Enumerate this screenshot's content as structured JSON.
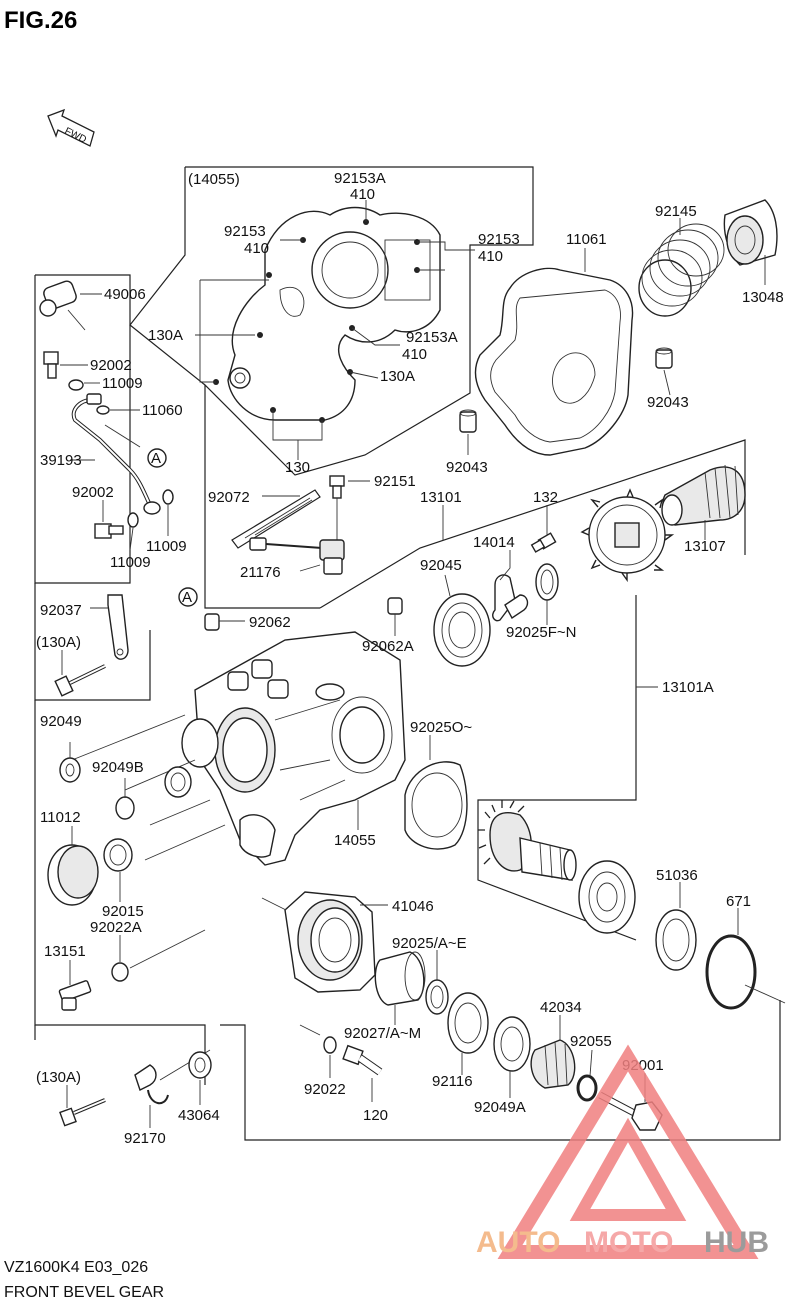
{
  "figure": {
    "title": "FIG.26",
    "fwd_label": "FWD",
    "ref_a": "A",
    "model_code": "VZ1600K4 E03_026",
    "section_name": "FRONT BEVEL GEAR"
  },
  "labels": {
    "p14055_group": "(14055)",
    "p92153A_top": "92153A",
    "p410_top": "410",
    "p92153_left": "92153",
    "p410_left": "410",
    "p92153_right": "92153",
    "p410_right": "410",
    "p92153A_mid": "92153A",
    "p410_mid": "410",
    "p130A_left": "130A",
    "p130A_right": "130A",
    "p130_bottom": "130",
    "p11061": "11061",
    "p92145": "92145",
    "p13048": "13048",
    "p92043_right": "92043",
    "p92043_left": "92043",
    "p49006": "49006",
    "p92002_top": "92002",
    "p11009_top": "11009",
    "p11060": "11060",
    "p39193": "39193",
    "p92002_bottom": "92002",
    "p11009_mid": "11009",
    "p11009_bottom": "11009",
    "p92072": "92072",
    "p92151": "92151",
    "p13101": "13101",
    "p132": "132",
    "p13107": "13107",
    "p21176": "21176",
    "p14014": "14014",
    "p92045": "92045",
    "p92025FN": "92025F~N",
    "p92037": "92037",
    "p130A_paren1": "(130A)",
    "p92062": "92062",
    "p92062A": "92062A",
    "p13101A": "13101A",
    "p92049": "92049",
    "p92049B": "92049B",
    "p92025O": "92025O~",
    "p11012": "11012",
    "p14055": "14055",
    "p92015": "92015",
    "p92022A": "92022A",
    "p51036": "51036",
    "p671": "671",
    "p41046": "41046",
    "p13151": "13151",
    "p92025AE": "92025/A~E",
    "p42034": "42034",
    "p92027AM": "92027/A~M",
    "p92055": "92055",
    "p92001": "92001",
    "p130A_paren2": "(130A)",
    "p92022": "92022",
    "p92116": "92116",
    "p120": "120",
    "p92049A": "92049A",
    "p43064": "43064",
    "p92170": "92170"
  },
  "watermark": {
    "part1": "AUTO",
    "part2": "MOTO",
    "part3": "HUB",
    "colors": {
      "triangle": "#f08080",
      "auto": "#f3b07a",
      "moto": "#f49a9a",
      "hub": "#8a8a8a"
    }
  }
}
